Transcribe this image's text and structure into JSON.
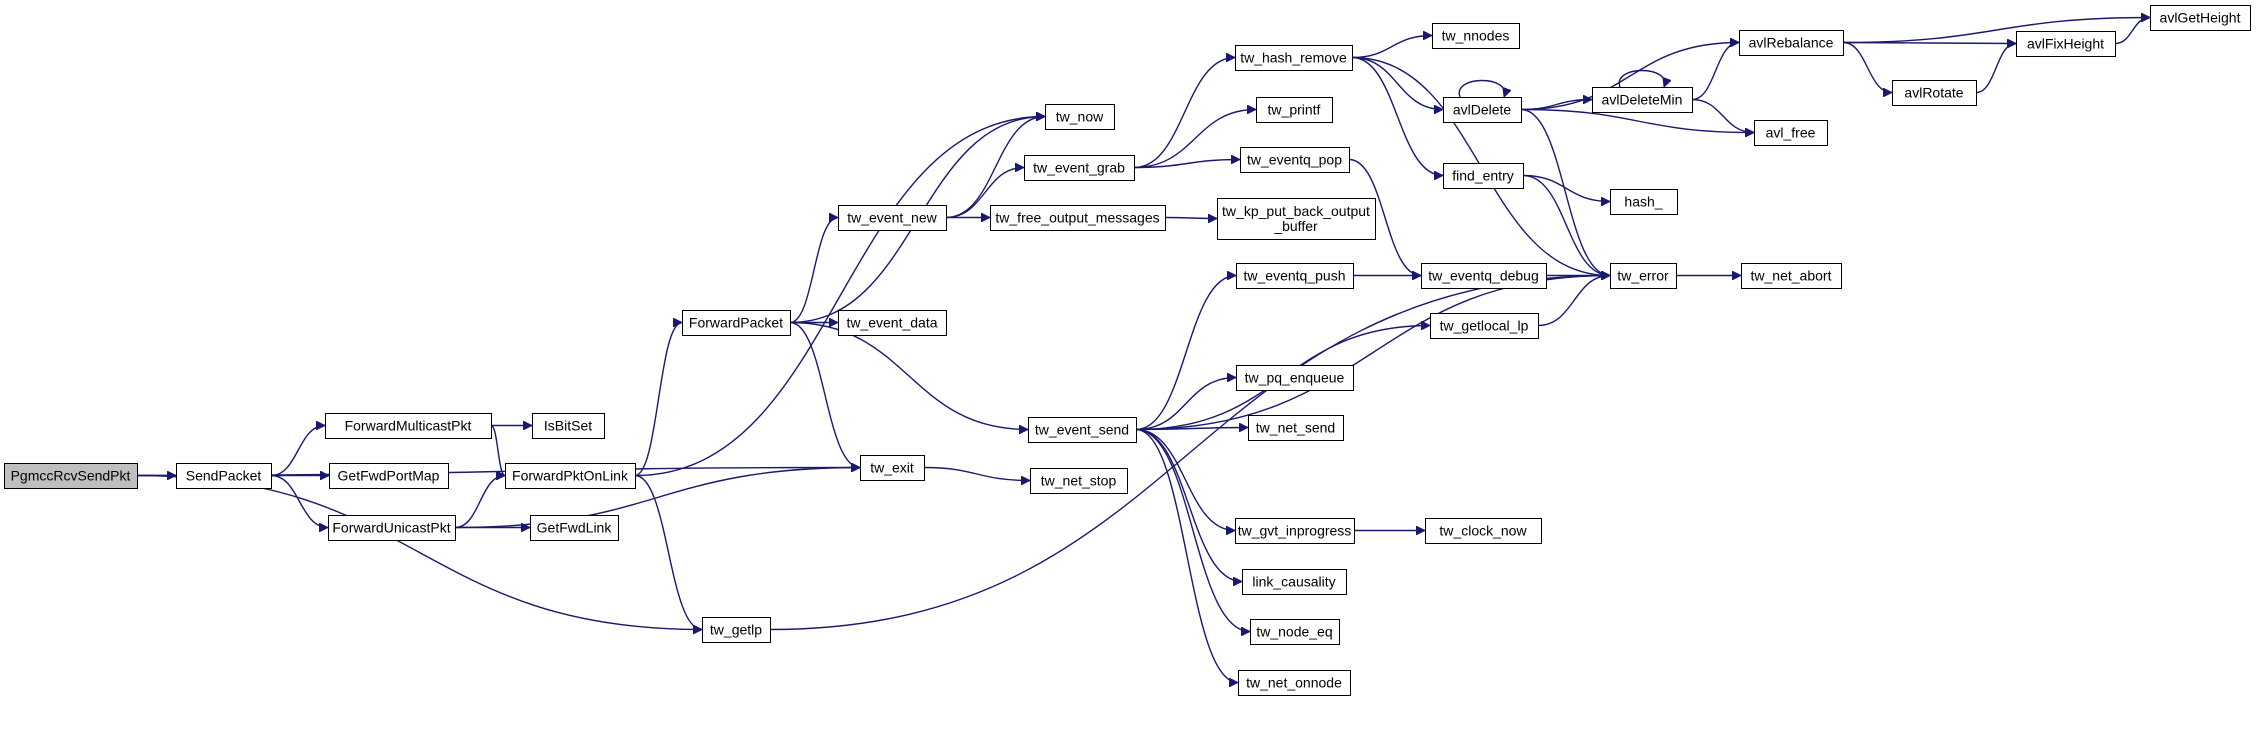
{
  "graph": {
    "edge_color": "#191970",
    "root_fill": "#bfbfbf",
    "nodes": [
      {
        "id": "PgmccRcvSendPkt",
        "label": "PgmccRcvSendPkt",
        "root": true
      },
      {
        "id": "SendPacket",
        "label": "SendPacket"
      },
      {
        "id": "ForwardMulticastPkt",
        "label": "ForwardMulticastPkt"
      },
      {
        "id": "GetFwdPortMap",
        "label": "GetFwdPortMap"
      },
      {
        "id": "ForwardUnicastPkt",
        "label": "ForwardUnicastPkt"
      },
      {
        "id": "IsBitSet",
        "label": "IsBitSet"
      },
      {
        "id": "ForwardPktOnLink",
        "label": "ForwardPktOnLink"
      },
      {
        "id": "GetFwdLink",
        "label": "GetFwdLink"
      },
      {
        "id": "ForwardPacket",
        "label": "ForwardPacket"
      },
      {
        "id": "tw_exit",
        "label": "tw_exit"
      },
      {
        "id": "tw_getlp",
        "label": "tw_getlp"
      },
      {
        "id": "tw_event_data",
        "label": "tw_event_data"
      },
      {
        "id": "tw_event_new",
        "label": "tw_event_new"
      },
      {
        "id": "tw_now",
        "label": "tw_now"
      },
      {
        "id": "tw_net_stop",
        "label": "tw_net_stop"
      },
      {
        "id": "tw_event_grab",
        "label": "tw_event_grab"
      },
      {
        "id": "tw_free_output_messages",
        "label": "tw_free_output_messages"
      },
      {
        "id": "tw_event_send",
        "label": "tw_event_send"
      },
      {
        "id": "tw_hash_remove",
        "label": "tw_hash_remove"
      },
      {
        "id": "tw_printf",
        "label": "tw_printf"
      },
      {
        "id": "tw_eventq_pop",
        "label": "tw_eventq_pop"
      },
      {
        "id": "tw_kp_put_back_output_buffer",
        "label": "tw_kp_put_back_output\n_buffer"
      },
      {
        "id": "tw_eventq_push",
        "label": "tw_eventq_push"
      },
      {
        "id": "tw_pq_enqueue",
        "label": "tw_pq_enqueue"
      },
      {
        "id": "tw_net_send",
        "label": "tw_net_send"
      },
      {
        "id": "tw_gvt_inprogress",
        "label": "tw_gvt_inprogress"
      },
      {
        "id": "link_causality",
        "label": "link_causality"
      },
      {
        "id": "tw_node_eq",
        "label": "tw_node_eq"
      },
      {
        "id": "tw_net_onnode",
        "label": "tw_net_onnode"
      },
      {
        "id": "tw_nnodes",
        "label": "tw_nnodes"
      },
      {
        "id": "avlDelete",
        "label": "avlDelete"
      },
      {
        "id": "find_entry",
        "label": "find_entry"
      },
      {
        "id": "tw_eventq_debug",
        "label": "tw_eventq_debug"
      },
      {
        "id": "tw_getlocal_lp",
        "label": "tw_getlocal_lp"
      },
      {
        "id": "tw_clock_now",
        "label": "tw_clock_now"
      },
      {
        "id": "avlDeleteMin",
        "label": "avlDeleteMin"
      },
      {
        "id": "hash_",
        "label": "hash_"
      },
      {
        "id": "tw_error",
        "label": "tw_error"
      },
      {
        "id": "avlRebalance",
        "label": "avlRebalance"
      },
      {
        "id": "avl_free",
        "label": "avl_free"
      },
      {
        "id": "tw_net_abort",
        "label": "tw_net_abort"
      },
      {
        "id": "avlRotate",
        "label": "avlRotate"
      },
      {
        "id": "avlFixHeight",
        "label": "avlFixHeight"
      },
      {
        "id": "avlGetHeight",
        "label": "avlGetHeight"
      }
    ],
    "edges": [
      [
        "PgmccRcvSendPkt",
        "SendPacket"
      ],
      [
        "PgmccRcvSendPkt",
        "tw_exit"
      ],
      [
        "PgmccRcvSendPkt",
        "tw_getlp"
      ],
      [
        "SendPacket",
        "ForwardMulticastPkt"
      ],
      [
        "SendPacket",
        "GetFwdPortMap"
      ],
      [
        "SendPacket",
        "ForwardUnicastPkt"
      ],
      [
        "ForwardMulticastPkt",
        "IsBitSet"
      ],
      [
        "ForwardMulticastPkt",
        "ForwardPktOnLink"
      ],
      [
        "ForwardUnicastPkt",
        "ForwardPktOnLink"
      ],
      [
        "ForwardUnicastPkt",
        "GetFwdLink"
      ],
      [
        "ForwardUnicastPkt",
        "tw_exit"
      ],
      [
        "ForwardPktOnLink",
        "ForwardPacket"
      ],
      [
        "ForwardPktOnLink",
        "tw_now"
      ],
      [
        "ForwardPktOnLink",
        "tw_getlp"
      ],
      [
        "ForwardPacket",
        "tw_now"
      ],
      [
        "ForwardPacket",
        "tw_event_new"
      ],
      [
        "ForwardPacket",
        "tw_event_data"
      ],
      [
        "ForwardPacket",
        "tw_exit"
      ],
      [
        "ForwardPacket",
        "tw_event_send"
      ],
      [
        "tw_event_new",
        "tw_now"
      ],
      [
        "tw_event_new",
        "tw_event_grab"
      ],
      [
        "tw_event_new",
        "tw_free_output_messages"
      ],
      [
        "tw_exit",
        "tw_net_stop"
      ],
      [
        "tw_getlp",
        "tw_error"
      ],
      [
        "tw_event_grab",
        "tw_hash_remove"
      ],
      [
        "tw_event_grab",
        "tw_printf"
      ],
      [
        "tw_event_grab",
        "tw_eventq_pop"
      ],
      [
        "tw_free_output_messages",
        "tw_kp_put_back_output_buffer"
      ],
      [
        "tw_event_send",
        "tw_eventq_push"
      ],
      [
        "tw_event_send",
        "tw_getlocal_lp"
      ],
      [
        "tw_event_send",
        "tw_pq_enqueue"
      ],
      [
        "tw_event_send",
        "tw_net_send"
      ],
      [
        "tw_event_send",
        "tw_error"
      ],
      [
        "tw_event_send",
        "tw_gvt_inprogress"
      ],
      [
        "tw_event_send",
        "link_causality"
      ],
      [
        "tw_event_send",
        "tw_node_eq"
      ],
      [
        "tw_event_send",
        "tw_net_onnode"
      ],
      [
        "tw_hash_remove",
        "tw_nnodes"
      ],
      [
        "tw_hash_remove",
        "avlDelete"
      ],
      [
        "tw_hash_remove",
        "find_entry"
      ],
      [
        "tw_hash_remove",
        "tw_error"
      ],
      [
        "tw_eventq_pop",
        "tw_eventq_debug"
      ],
      [
        "tw_eventq_push",
        "tw_eventq_debug"
      ],
      [
        "tw_gvt_inprogress",
        "tw_clock_now"
      ],
      [
        "avlDelete",
        "avlDelete"
      ],
      [
        "avlDelete",
        "avlDeleteMin"
      ],
      [
        "avlDelete",
        "avlRebalance"
      ],
      [
        "avlDelete",
        "avl_free"
      ],
      [
        "avlDelete",
        "tw_error"
      ],
      [
        "find_entry",
        "hash_"
      ],
      [
        "find_entry",
        "tw_error"
      ],
      [
        "tw_eventq_debug",
        "tw_error"
      ],
      [
        "tw_getlocal_lp",
        "tw_error"
      ],
      [
        "avlDeleteMin",
        "avlDeleteMin"
      ],
      [
        "avlDeleteMin",
        "avlRebalance"
      ],
      [
        "avlDeleteMin",
        "avl_free"
      ],
      [
        "tw_error",
        "tw_net_abort"
      ],
      [
        "avlRebalance",
        "avlGetHeight"
      ],
      [
        "avlRebalance",
        "avlFixHeight"
      ],
      [
        "avlRebalance",
        "avlRotate"
      ],
      [
        "avlRotate",
        "avlFixHeight"
      ],
      [
        "avlFixHeight",
        "avlGetHeight"
      ]
    ]
  }
}
